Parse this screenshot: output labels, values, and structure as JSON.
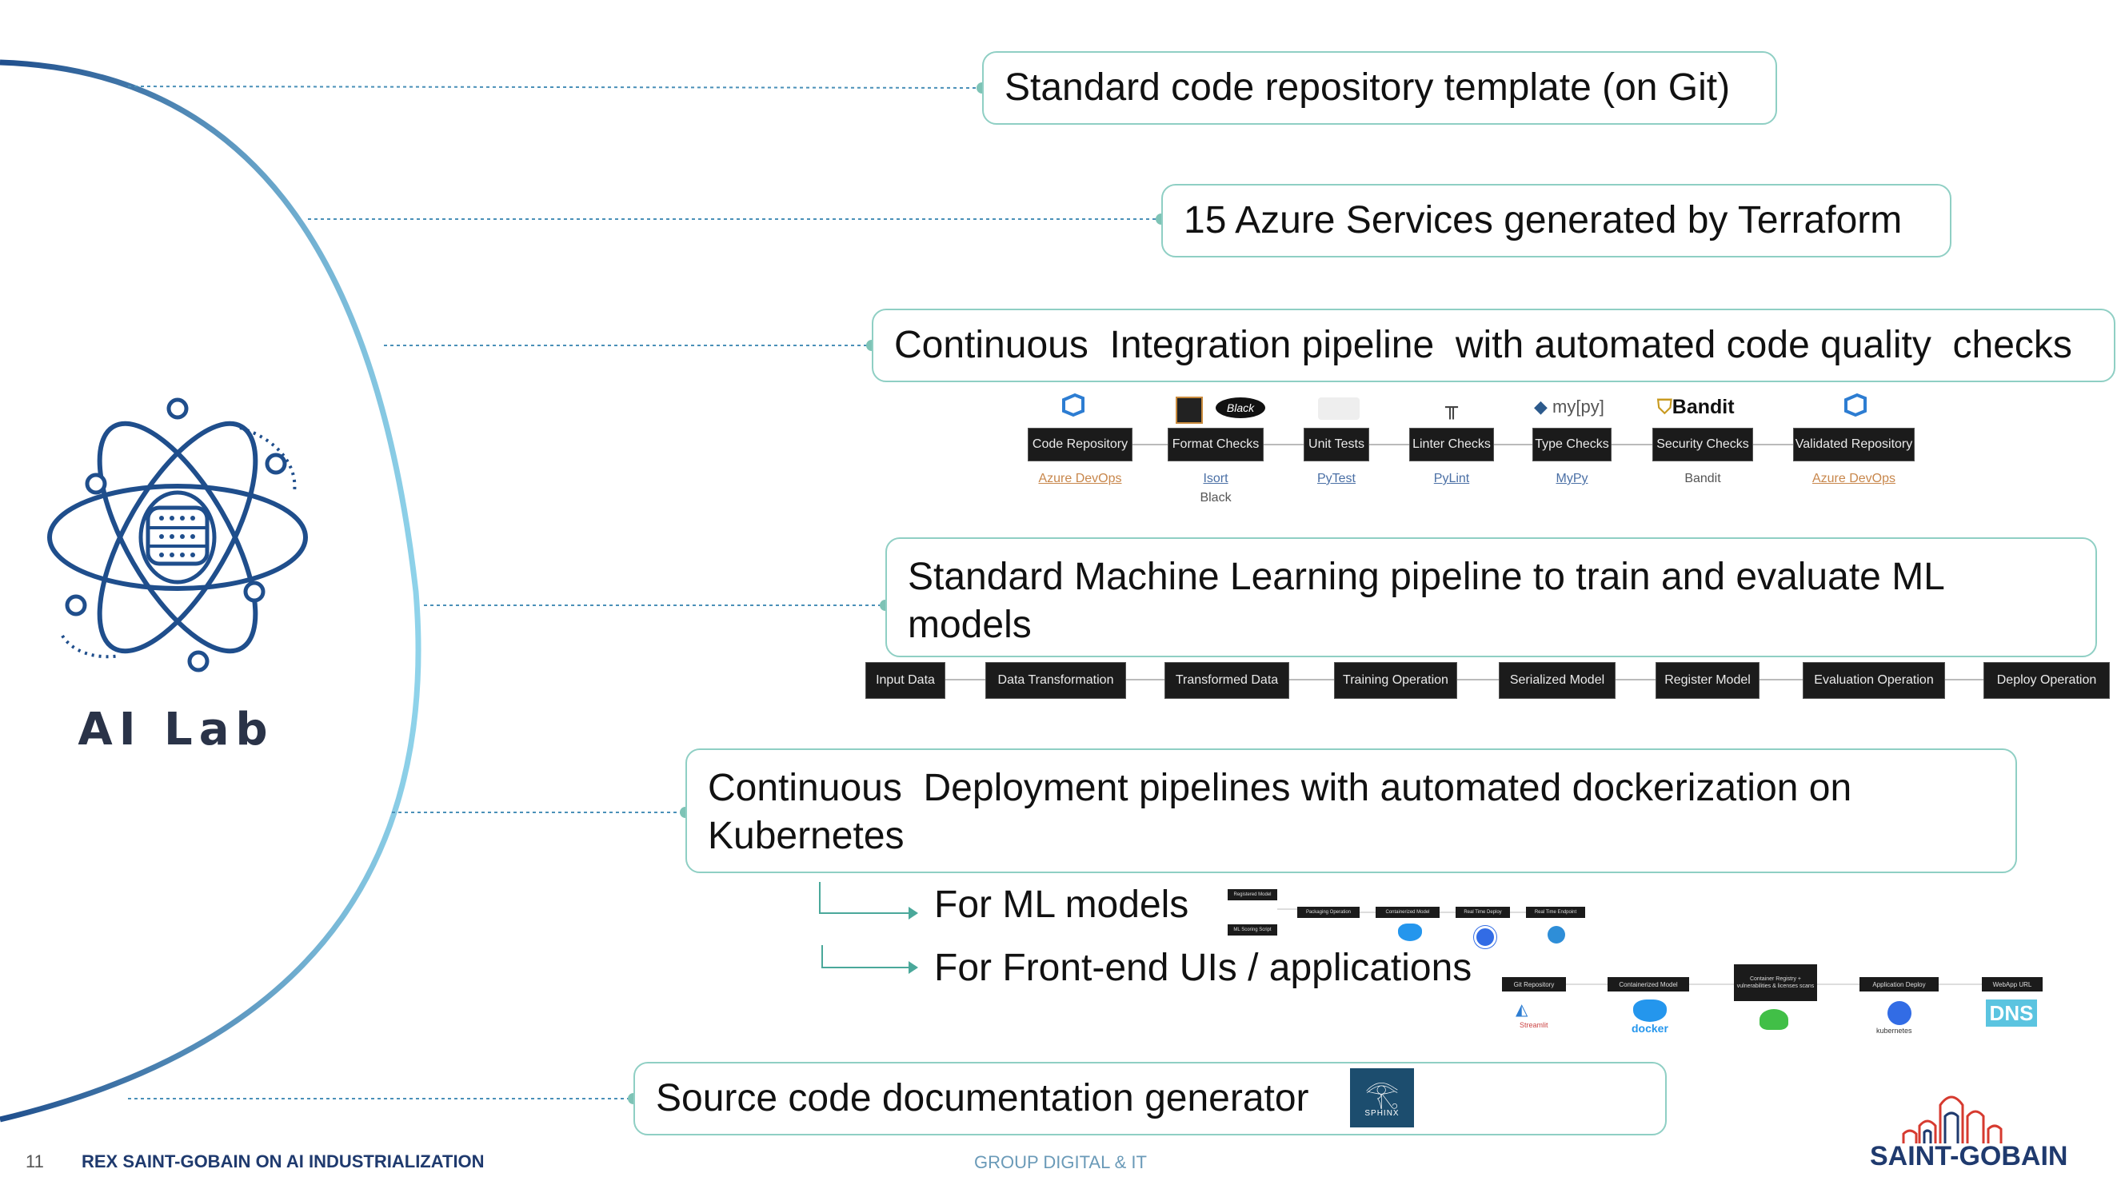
{
  "items": {
    "repo_template": "Standard code repository template (on Git)",
    "azure_services": "15 Azure Services generated by Terraform",
    "ci_pipeline": "Continuous  Integration pipeline  with automated code quality  checks",
    "ml_pipeline_line1": "Standard Machine Learning pipeline to train and evaluate ML",
    "ml_pipeline_line2": "models",
    "cd_pipeline_line1": "Continuous  Deployment pipelines with automated dockerization on",
    "cd_pipeline_line2": "Kubernetes",
    "cd_ml_models": "For ML models",
    "cd_frontend": "For Front-end UIs / applications",
    "doc_generator": "Source code documentation generator"
  },
  "ci_steps": [
    {
      "label": "Code Repository",
      "tool": "Azure DevOps",
      "tool2": ""
    },
    {
      "label": "Format Checks",
      "tool": "Isort",
      "tool2": "Black"
    },
    {
      "label": "Unit Tests",
      "tool": "PyTest",
      "tool2": ""
    },
    {
      "label": "Linter Checks",
      "tool": "PyLint",
      "tool2": ""
    },
    {
      "label": "Type Checks",
      "tool": "MyPy",
      "tool2": ""
    },
    {
      "label": "Security Checks",
      "tool": "Bandit",
      "tool2": ""
    },
    {
      "label": "Validated Repository",
      "tool": "Azure DevOps",
      "tool2": ""
    }
  ],
  "ci_logos": {
    "black": "Black",
    "mypy": "my[py]",
    "bandit": "Bandit"
  },
  "ml_steps": [
    "Input Data",
    "Data Transformation",
    "Transformed Data",
    "Training Operation",
    "Serialized Model",
    "Register Model",
    "Evaluation Operation",
    "Deploy Operation"
  ],
  "cd_ml_steps": [
    "Registered Model",
    "ML Scoring Script",
    "Packaging Operation",
    "Containerized Model",
    "Real Time Deploy",
    "Real Time Endpoint"
  ],
  "cd_fe_steps": [
    "Git Repository",
    "Containerized Model",
    "Container Registry + vulnerabilities & licenses scans",
    "Application Deploy",
    "WebApp URL"
  ],
  "cd_logos": {
    "docker": "docker",
    "kubernetes": "kubernetes",
    "streamlit": "Streamlit",
    "jfrog": "jfrog",
    "dns": "DNS",
    "sphinx": "SPHINX"
  },
  "brand": {
    "ai_lab": "AI Lab",
    "company": "SAINT-GOBAIN"
  },
  "footer": {
    "page_number": "11",
    "title": "REX  SAINT-GOBAIN ON AI INDUSTRIALIZATION",
    "center": "GROUP DIGITAL & IT"
  },
  "colors": {
    "circle_border": "#1f4e8c",
    "icon": "#1f4e8c",
    "box_border": "#8fcfc4",
    "brand_red": "#d63a2f",
    "brand_blue": "#1f3a6e"
  }
}
